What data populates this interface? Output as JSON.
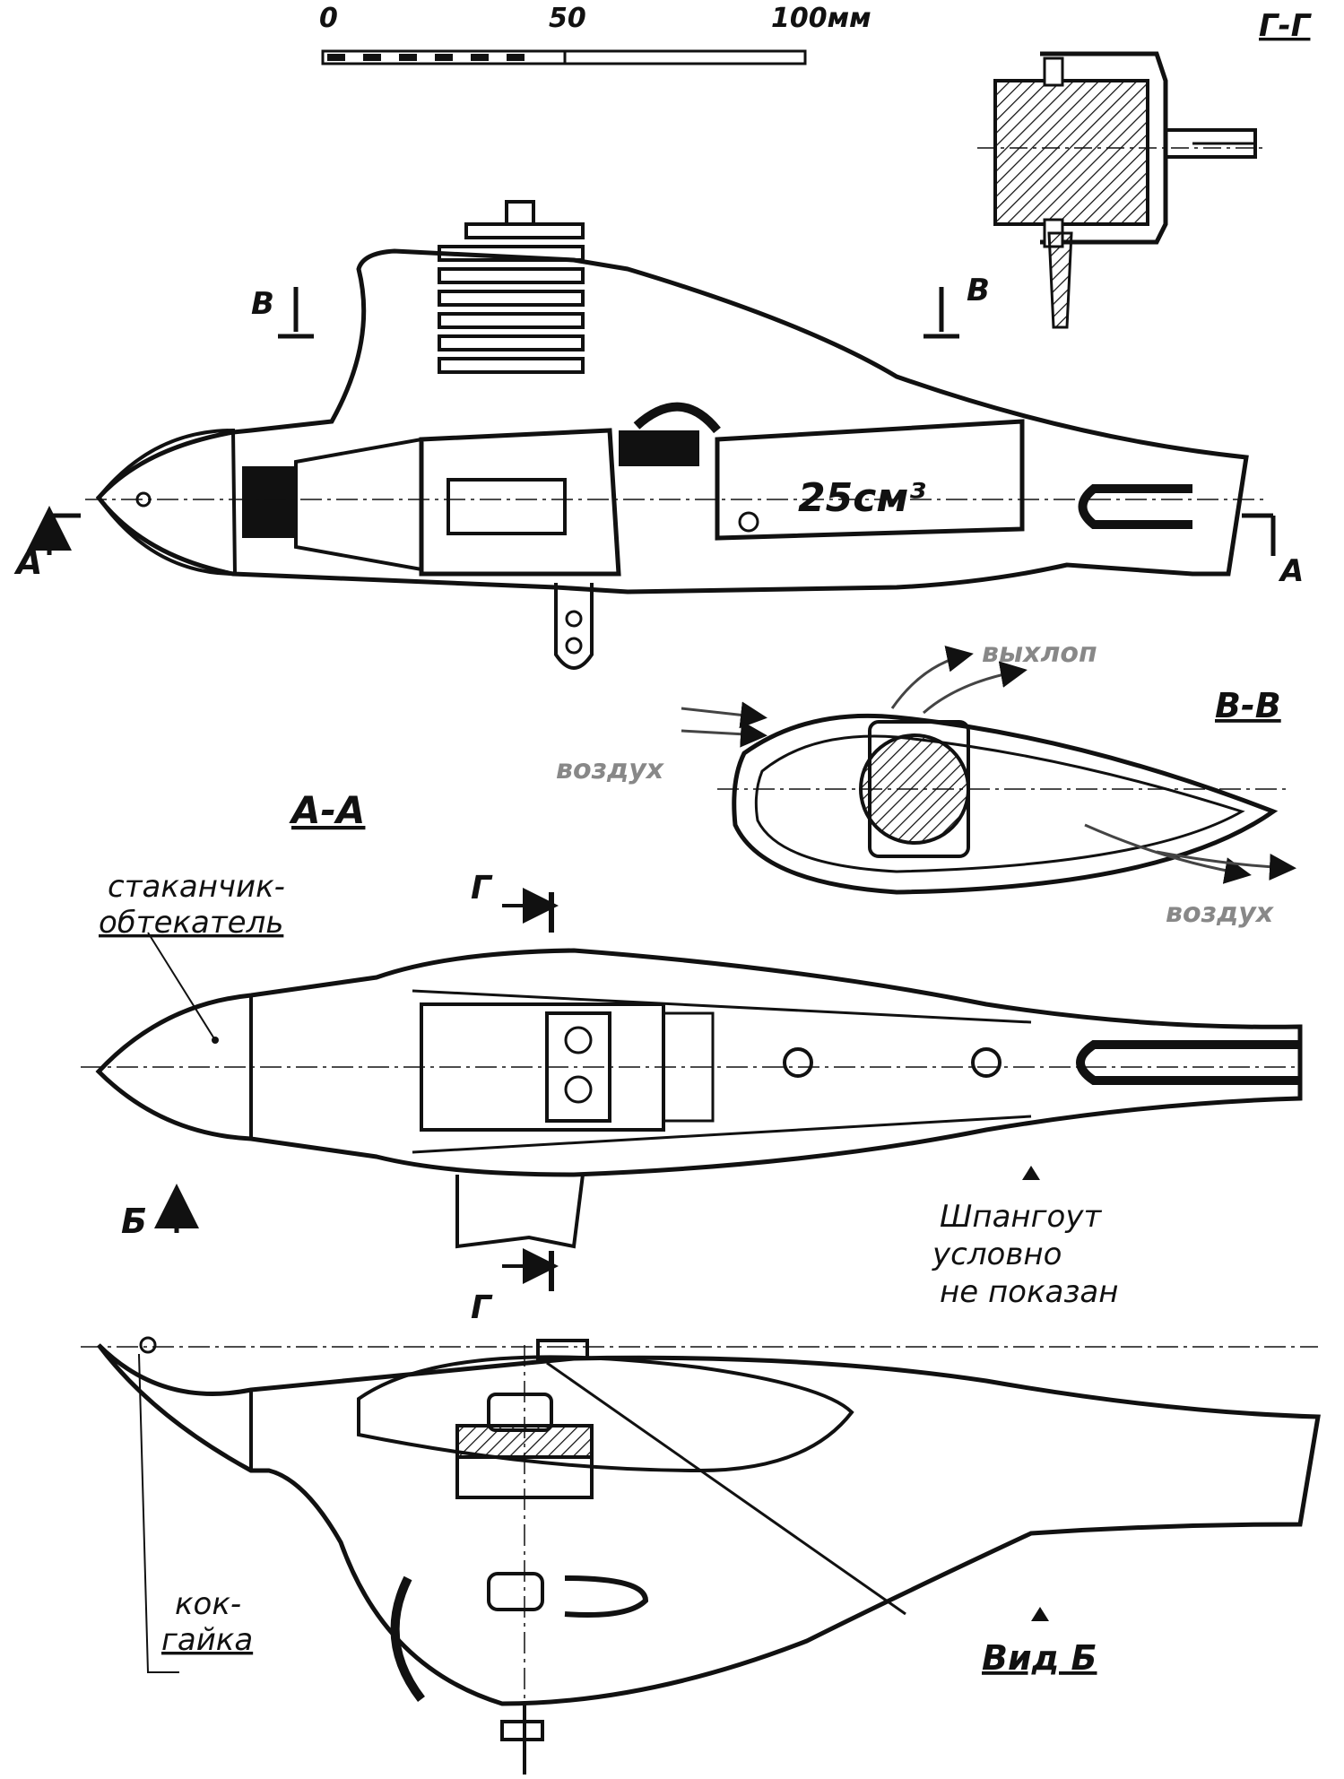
{
  "scale": {
    "tick_0": "0",
    "tick_50": "50",
    "tick_100": "100мм"
  },
  "sections": {
    "gg": "Г-Г",
    "bb": "В-В",
    "aa": "А-А",
    "view_b": "Вид Б"
  },
  "markers": {
    "a_left": "А",
    "a_right": "А",
    "b_left": "В",
    "b_right": "В",
    "g_top": "Г",
    "g_bottom": "Г",
    "view_arrow": "Б"
  },
  "annotations": {
    "displacement": "25см³",
    "exhaust": "выхлоп",
    "air_in": "воздух",
    "air_out": "воздух",
    "cup_line1": "стаканчик-",
    "cup_line2": "обтекатель",
    "frame_line1": "Шпангоут",
    "frame_line2": "условно",
    "frame_line3": "не показан",
    "nut_line1": "кок-",
    "nut_line2": "гайка"
  }
}
